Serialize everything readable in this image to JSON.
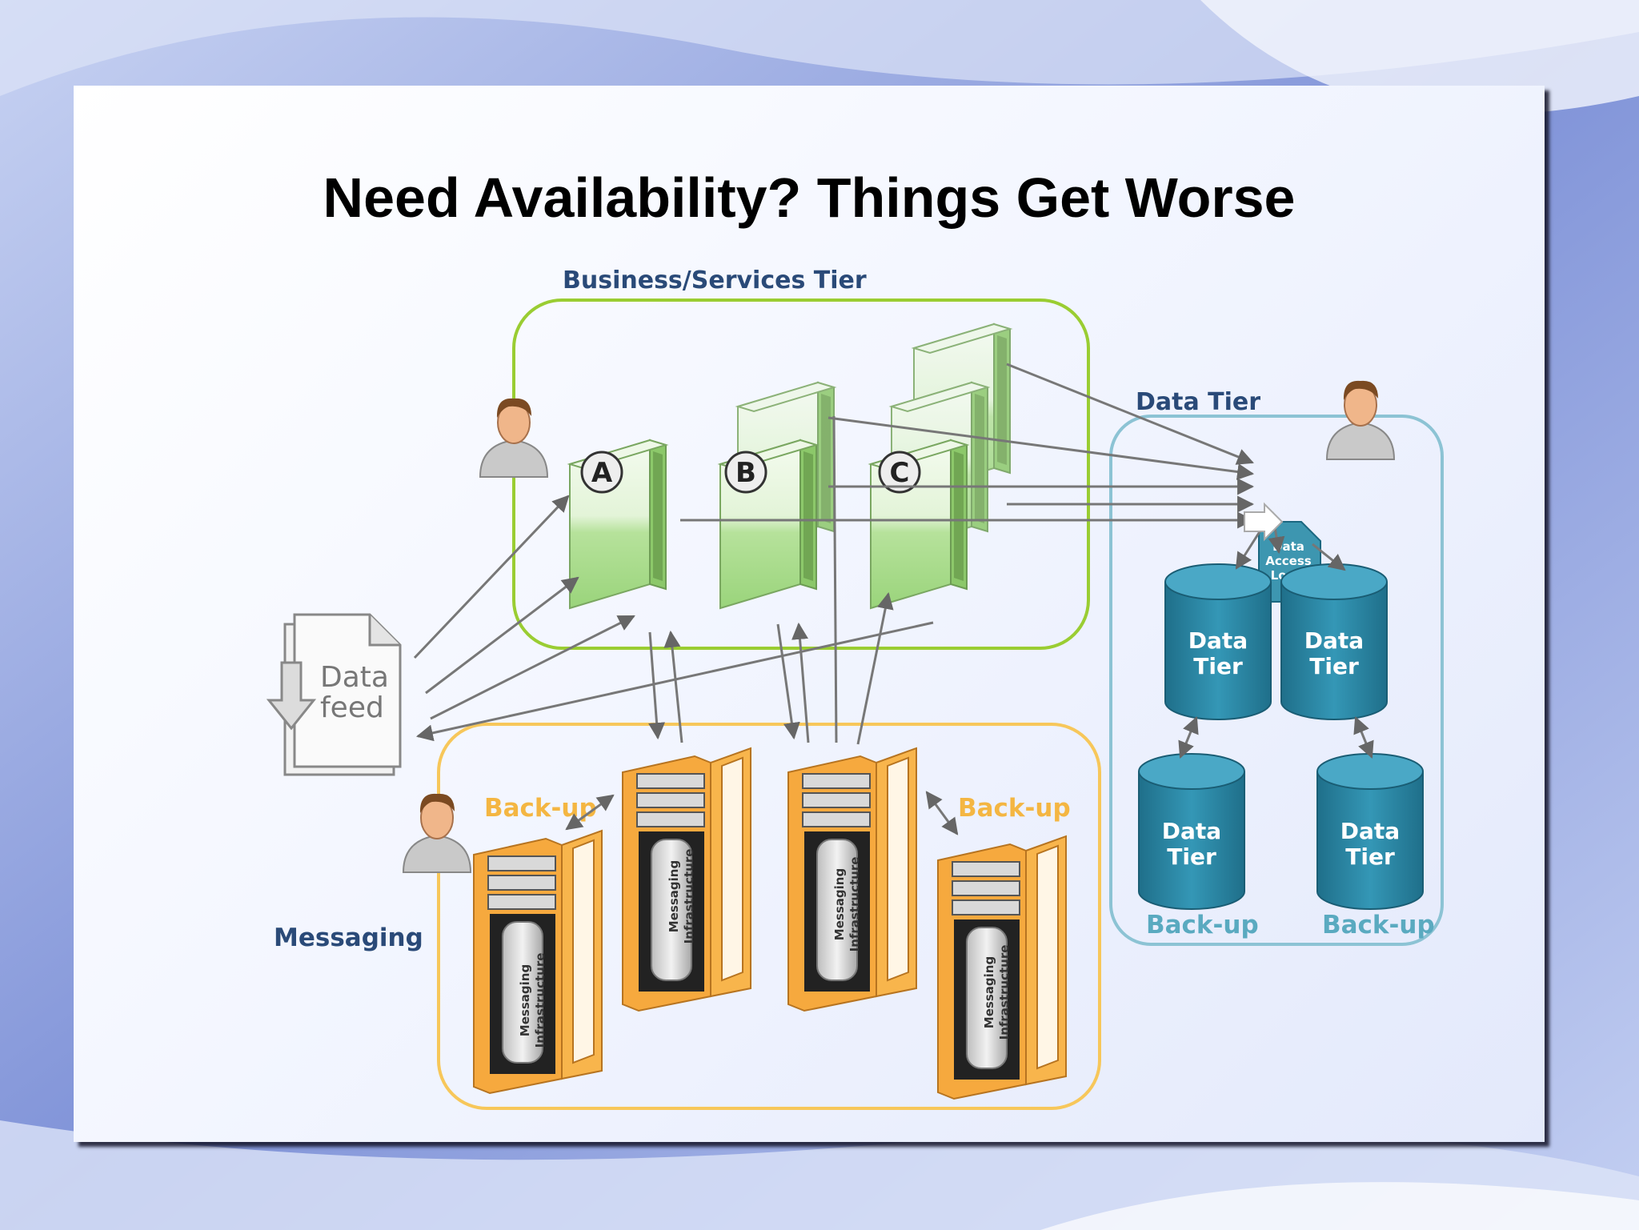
{
  "slide": {
    "title": "Need Availability? Things Get Worse"
  },
  "labels": {
    "business_tier": "Business/Services Tier",
    "data_tier": "Data Tier",
    "messaging": "Messaging"
  },
  "data_feed": {
    "line1": "Data",
    "line2": "feed"
  },
  "servers": [
    {
      "letter": "A"
    },
    {
      "letter": "B"
    },
    {
      "letter": "C"
    }
  ],
  "messaging_racks": {
    "line1": "Messaging",
    "line2": "Infrastructure"
  },
  "backups": {
    "messaging_left": "Back-up",
    "messaging_right": "Back-up",
    "data_left": "Back-up",
    "data_right": "Back-up"
  },
  "data_access_logic": {
    "line1": "Data",
    "line2": "Access",
    "line3": "Logic"
  },
  "cylinders": [
    {
      "line1": "Data",
      "line2": "Tier"
    },
    {
      "line1": "Data",
      "line2": "Tier"
    },
    {
      "line1": "Data",
      "line2": "Tier"
    },
    {
      "line1": "Data",
      "line2": "Tier"
    }
  ],
  "colors": {
    "business_border": "#9acd32",
    "messaging_border": "#f7c75a",
    "data_border": "#8cc3d4",
    "cylinder": "#2b87a5",
    "rack": "#f8b24a",
    "server": "#c6ebb1"
  }
}
